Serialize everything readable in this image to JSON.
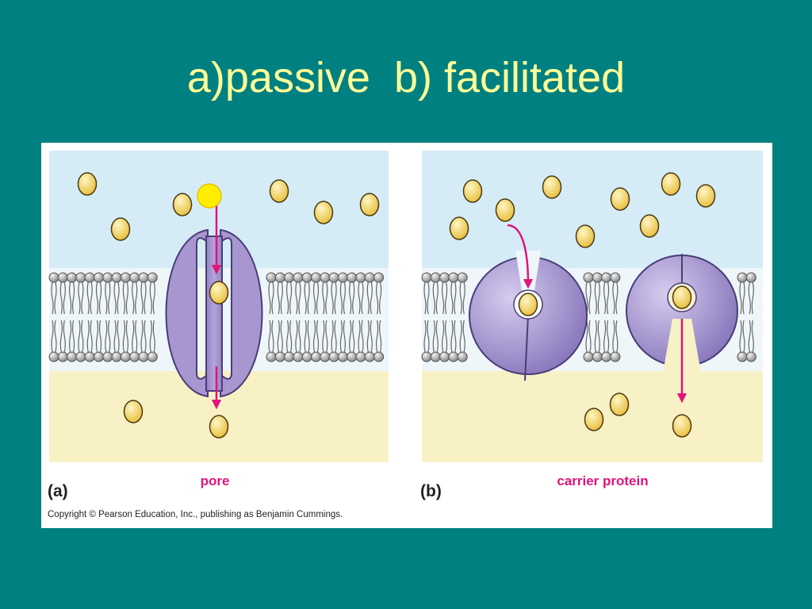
{
  "slide": {
    "title": "a)passive  b) facilitated",
    "title_color": "#ffff99",
    "background_color": "#008080"
  },
  "figure": {
    "colors": {
      "extracellular": "#d5ecf7",
      "cytoplasm": "#f9f1c6",
      "protein": "#a796cf",
      "protein_edge": "#4a3d78",
      "arrow": "#e0147a",
      "solute": "#f5d777",
      "highlight": "#ffee00",
      "phospholipid_head": "#b0b0b0",
      "caption": "#e0147a"
    },
    "panel_a": {
      "letter": "(a)",
      "caption": "pore"
    },
    "panel_b": {
      "letter": "(b)",
      "caption": "carrier protein"
    },
    "copyright": "Copyright © Pearson Education, Inc., publishing as Benjamin Cummings."
  }
}
